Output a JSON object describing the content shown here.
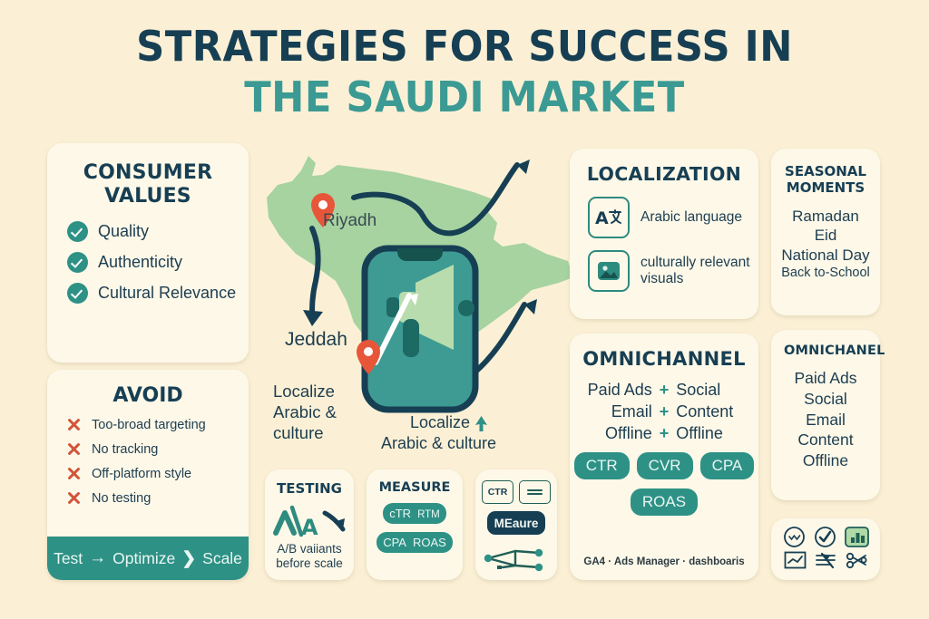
{
  "title": {
    "line1": "STRATEGIES FOR SUCCESS IN",
    "line2": "THE SAUDI MARKET"
  },
  "colors": {
    "background": "#FBF0D5",
    "card": "#FDF8E8",
    "navy": "#173F54",
    "teal": "#2E9186",
    "teal_light": "#3E9B93",
    "map_green": "#A6D3A0",
    "red_pin": "#E8563A",
    "x_red": "#D2553A"
  },
  "consumer_values": {
    "title": "CONSUMER VALUES",
    "items": [
      "Quality",
      "Authenticity",
      "Cultural Relevance"
    ]
  },
  "avoid": {
    "title": "AVOID",
    "items": [
      "Too-broad targeting",
      "No tracking",
      "Off-platform style",
      "No testing"
    ],
    "banner": {
      "step1": "Test",
      "arrow": "→",
      "step2": "Optimize",
      "chevron": "❯",
      "step3": "Scale"
    }
  },
  "map": {
    "pin_riyadh": "Riyadh",
    "pin_jeddah": "Jeddah",
    "note_left": [
      "Localize",
      "Arabic &",
      "culture"
    ],
    "note_right": [
      "Localize",
      "Arabic & culture"
    ]
  },
  "localization": {
    "title": "LOCALIZATION",
    "items": [
      {
        "icon": "translate-icon",
        "glyph": "A文",
        "label": "Arabic language"
      },
      {
        "icon": "image-icon",
        "glyph": "",
        "label": "culturally relevant visuals"
      }
    ]
  },
  "seasonal": {
    "title": "SEASONAL MOMENTS",
    "items": [
      "Ramadan",
      "Eid",
      "National Day",
      "Back to-School"
    ]
  },
  "omnichannel": {
    "title": "OMNICHANNEL",
    "pairs": [
      {
        "left": "Paid Ads",
        "plus": "+",
        "right": "Social"
      },
      {
        "left": "Email",
        "plus": "+",
        "right": "Content"
      },
      {
        "left": "Offline",
        "plus": "+",
        "right": "Offline"
      }
    ],
    "metrics_row1": [
      "CTR",
      "CVR",
      "CPA"
    ],
    "metrics_row2": [
      "ROAS"
    ],
    "footer": "GA4 · Ads Manager · dashboaris"
  },
  "omnichanel_right": {
    "title": "OMNICHANEL",
    "items": [
      "Paid Ads",
      "Social",
      "Email",
      "Content",
      "Offline"
    ]
  },
  "testing": {
    "title": "TESTING",
    "note_line1": "A/B vaiiants",
    "note_line2": "before scale",
    "art_a": "A"
  },
  "measure": {
    "title": "MEASURE",
    "pill1_main": "cTR",
    "pill1_sub": "RTM",
    "pill2_main": "CPA",
    "pill2_sub": "ROAS"
  },
  "dashboard": {
    "box_label": "CTR",
    "pill_label": "MEaure"
  },
  "icon_grid": {
    "icons": [
      "circle-check-double-icon",
      "circle-check-icon",
      "bar-chart-icon",
      "line-chart-icon",
      "trend-arrow-icon",
      "scissors-icon"
    ]
  }
}
